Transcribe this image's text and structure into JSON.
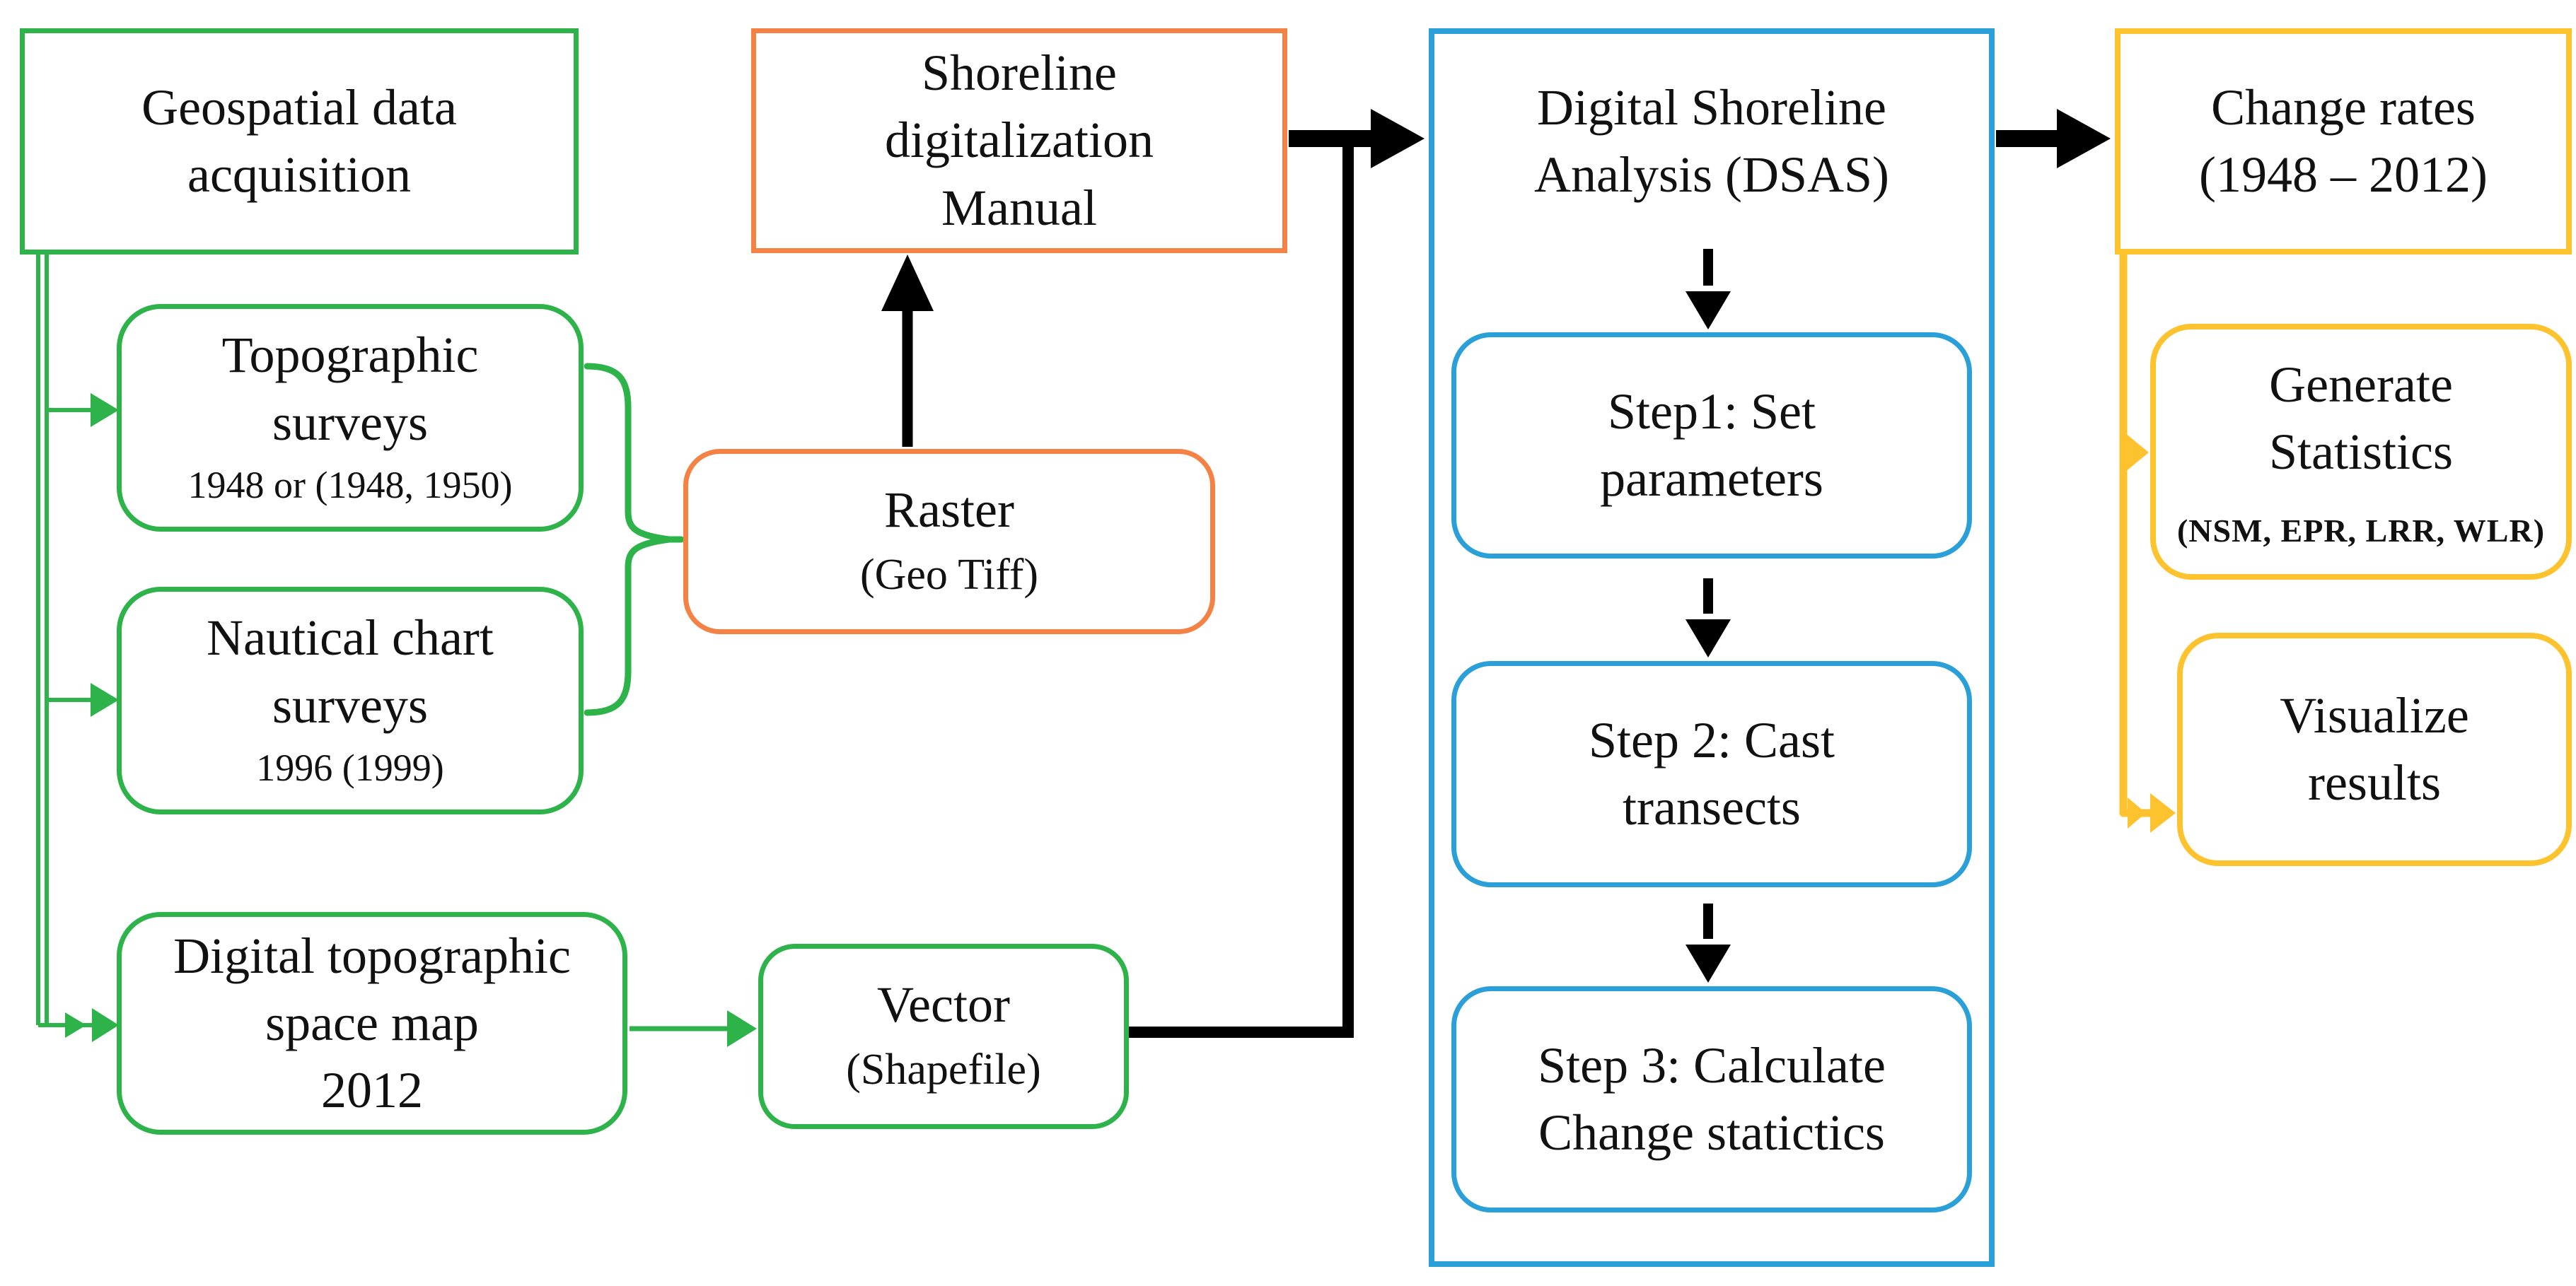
{
  "figure": {
    "type": "flowchart",
    "description": "Shoreline change analysis workflow diagram"
  },
  "colors": {
    "green": "#2db34a",
    "orange": "#f58245",
    "blue": "#2a9fd8",
    "yellow": "#fdc32f",
    "line_black": "#000000",
    "text": "#111111"
  },
  "boxes": {
    "geospatial": {
      "line1": "Geospatial data",
      "line2": "acquisition"
    },
    "topographic": {
      "line1": "Topographic",
      "line2": "surveys",
      "years": "1948 or (1948, 1950)"
    },
    "nautical": {
      "line1": "Nautical chart",
      "line2": "surveys",
      "years": "1996 (1999)"
    },
    "digital_map": {
      "line1": "Digital topographic",
      "line2": "space map",
      "line3": "2012"
    },
    "raster": {
      "title": "Raster",
      "format": "(Geo Tiff)"
    },
    "shoreline": {
      "line1": "Shoreline",
      "line2": "digitalization",
      "line3": "Manual"
    },
    "vector": {
      "title": "Vector",
      "format": "(Shapefile)"
    },
    "dsas": {
      "line1": "Digital Shoreline",
      "line2": "Analysis (DSAS)"
    },
    "step1": {
      "line1": "Step1: Set",
      "line2": "parameters"
    },
    "step2": {
      "line1": "Step 2: Cast",
      "line2": "transects"
    },
    "step3": {
      "line1": "Step 3: Calculate",
      "line2": "Change statictics"
    },
    "change_rates": {
      "line1": "Change rates",
      "line2": "(1948 – 2012)"
    },
    "generate_stats": {
      "line1": "Generate",
      "line2": "Statistics",
      "metrics": "(NSM, EPR, LRR, WLR)"
    },
    "visualize": {
      "line1": "Visualize",
      "line2": "results"
    }
  }
}
